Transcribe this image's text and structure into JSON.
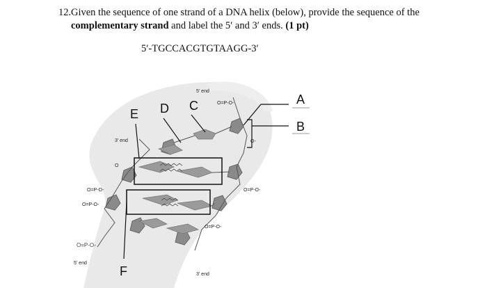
{
  "question": {
    "number": "12.",
    "line1": "Given the sequence of one strand of a DNA helix (below), provide the sequence of the",
    "bold1": "complementary strand",
    "mid": " and label the 5′ and 3′ ends. ",
    "bold2": "(1 pt)"
  },
  "sequence": "5′-TGCCACGTGTAAGG-3′",
  "diagram": {
    "labels": {
      "A": "A",
      "B": "B",
      "C": "C",
      "D": "D",
      "E": "E",
      "F": "F"
    },
    "ends": {
      "top_5": "5' end",
      "left_3": "3' end",
      "bottom_5": "5' end",
      "bottom_3": "3' end"
    },
    "phosphate": {
      "o": "O",
      "p": "P",
      "o_minus": "O-",
      "opo": "O=P-O-"
    }
  }
}
